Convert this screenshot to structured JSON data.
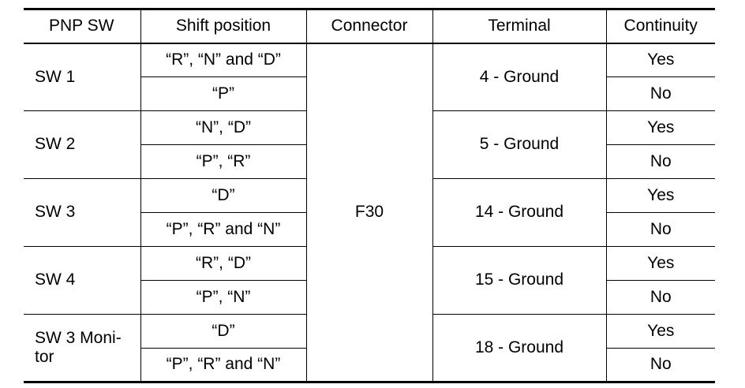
{
  "table": {
    "headers": [
      "PNP SW",
      "Shift position",
      "Connector",
      "Terminal",
      "Continuity"
    ],
    "connector": "F30",
    "groups": [
      {
        "switch": "SW 1",
        "terminal": "4 - Ground",
        "rows": [
          {
            "shift": "“R”, “N” and “D”",
            "continuity": "Yes"
          },
          {
            "shift": "“P”",
            "continuity": "No"
          }
        ]
      },
      {
        "switch": "SW 2",
        "terminal": "5 - Ground",
        "rows": [
          {
            "shift": "“N”, “D”",
            "continuity": "Yes"
          },
          {
            "shift": "“P”, “R”",
            "continuity": "No"
          }
        ]
      },
      {
        "switch": "SW 3",
        "terminal": "14 - Ground",
        "rows": [
          {
            "shift": "“D”",
            "continuity": "Yes"
          },
          {
            "shift": "“P”, “R” and “N”",
            "continuity": "No"
          }
        ]
      },
      {
        "switch": "SW 4",
        "terminal": "15 - Ground",
        "rows": [
          {
            "shift": "“R”, “D”",
            "continuity": "Yes"
          },
          {
            "shift": "“P”, “N”",
            "continuity": "No"
          }
        ]
      },
      {
        "switch": "SW 3 Moni-tor",
        "terminal": "18 - Ground",
        "rows": [
          {
            "shift": "“D”",
            "continuity": "Yes"
          },
          {
            "shift": "“P”, “R” and “N”",
            "continuity": "No"
          }
        ]
      }
    ]
  }
}
